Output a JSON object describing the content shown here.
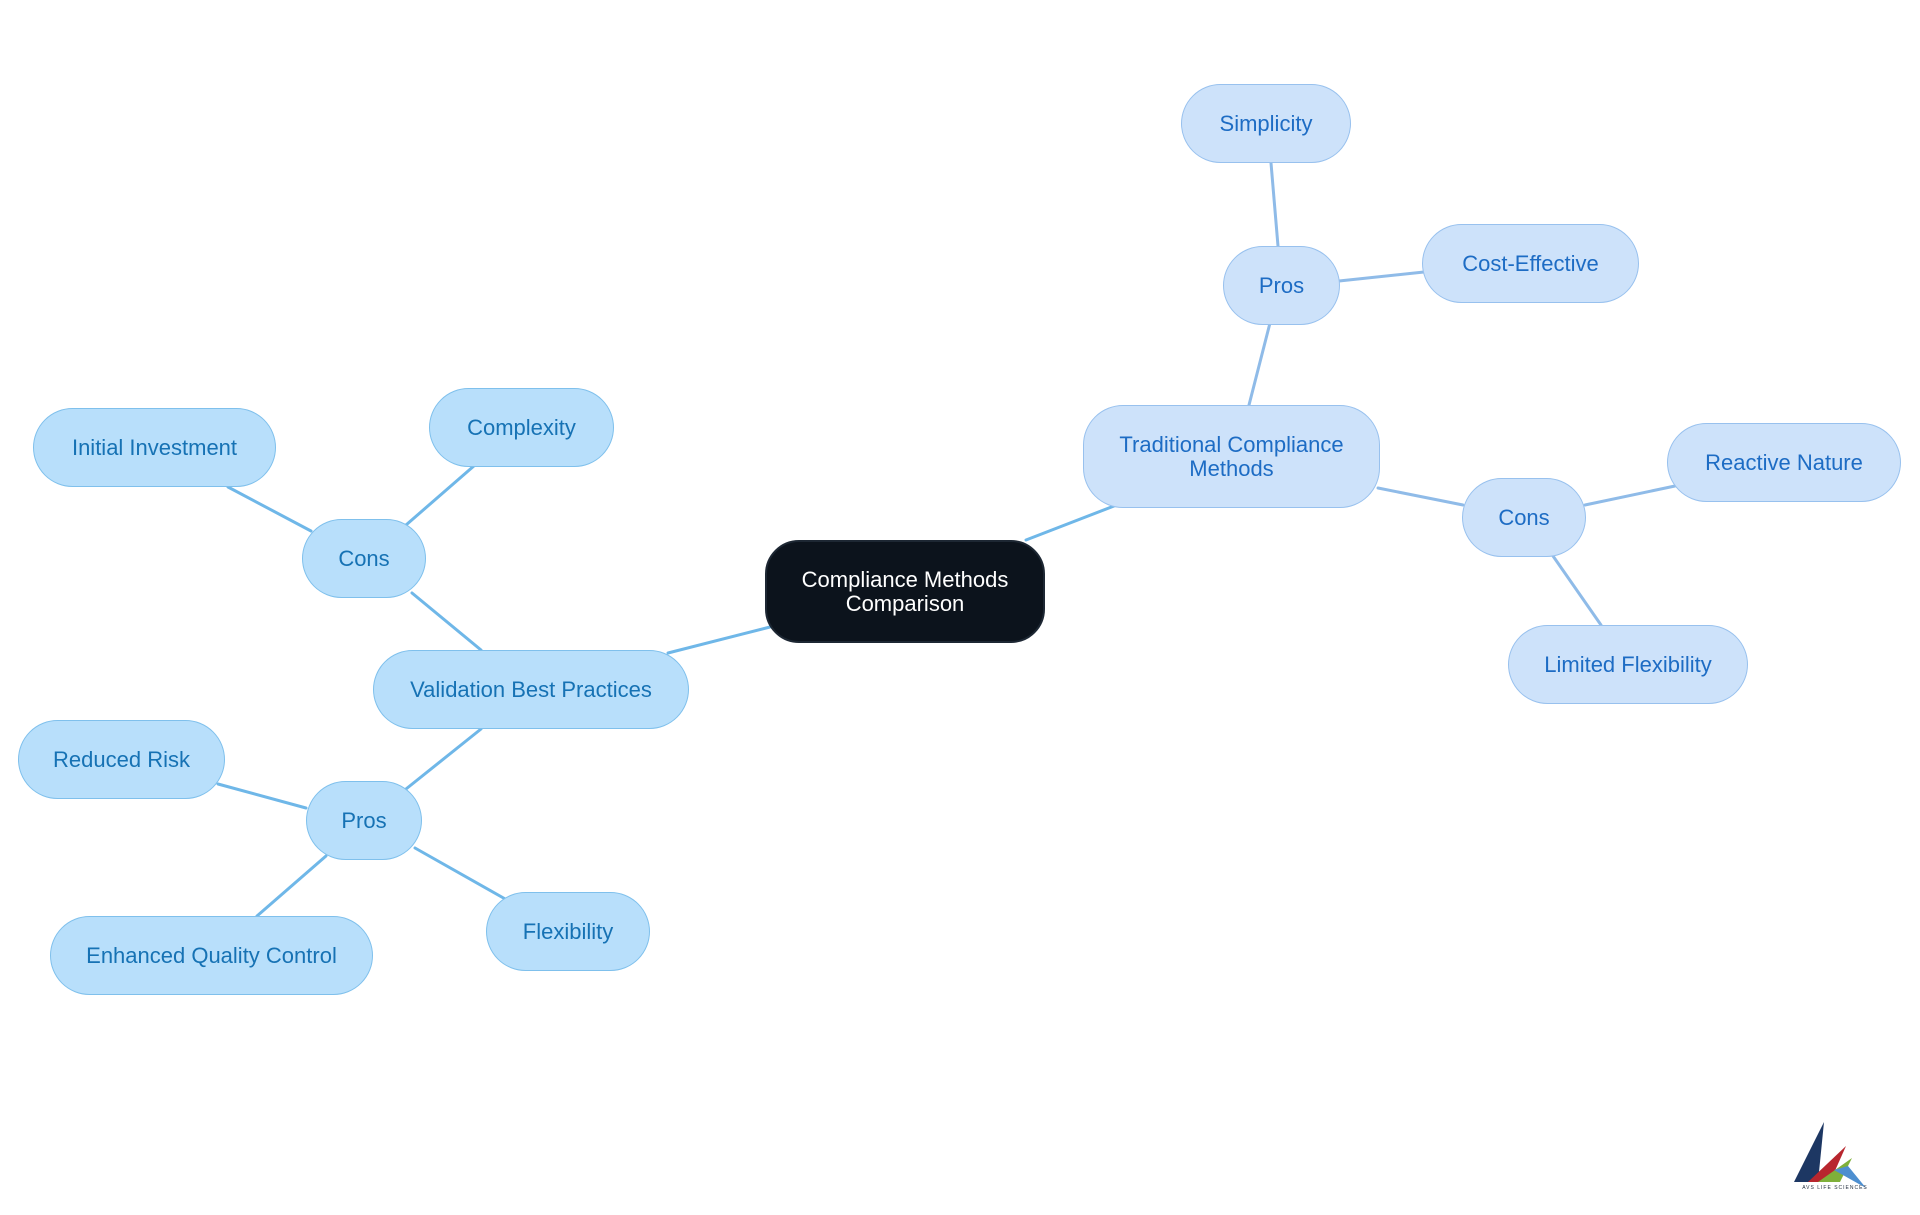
{
  "colors": {
    "root_fill": "#0c131c",
    "left_branch_fill": "#b8dffb",
    "left_branch_text": "#1672b4",
    "left_edge": "#6fb7e8",
    "right_branch_fill": "#cde2fa",
    "right_branch_text": "#1d6cc4",
    "right_edge": "#8fbbe8"
  },
  "root": {
    "label": "Compliance Methods Comparison"
  },
  "validation": {
    "label": "Validation Best Practices",
    "cons": {
      "label": "Cons",
      "items": [
        "Initial Investment",
        "Complexity"
      ]
    },
    "pros": {
      "label": "Pros",
      "items": [
        "Reduced Risk",
        "Enhanced Quality Control",
        "Flexibility"
      ]
    }
  },
  "traditional": {
    "label": "Traditional Compliance Methods",
    "pros": {
      "label": "Pros",
      "items": [
        "Simplicity",
        "Cost-Effective"
      ]
    },
    "cons": {
      "label": "Cons",
      "items": [
        "Reactive Nature",
        "Limited Flexibility"
      ]
    }
  },
  "logo": {
    "name": "avs-logo",
    "text": "AVS LIFE SCIENCES"
  }
}
